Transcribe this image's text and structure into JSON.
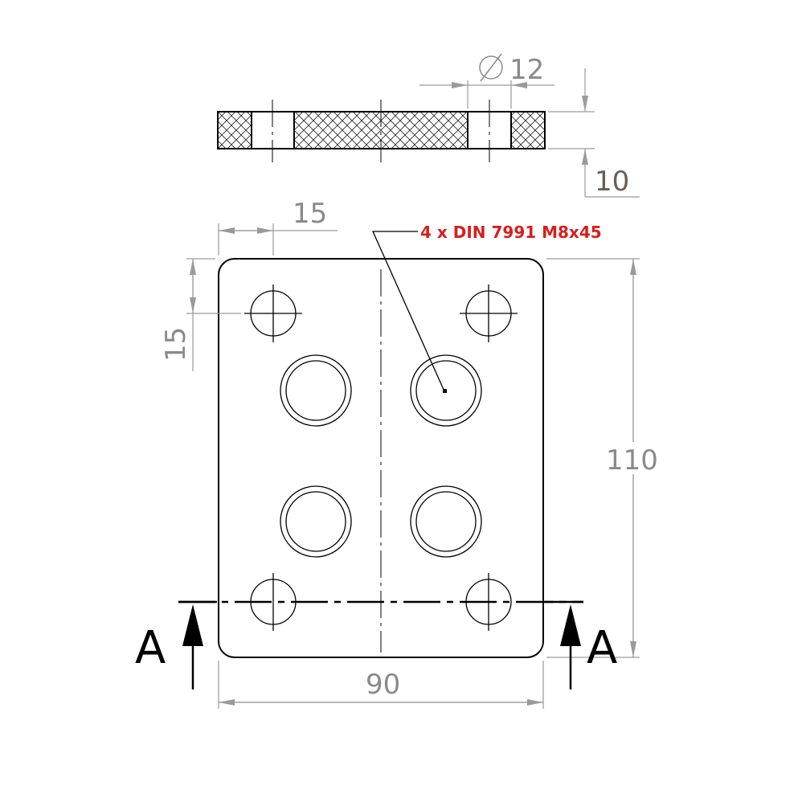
{
  "diagram": {
    "section_view": {
      "hole_diameter_label": "12",
      "thickness_label": "10"
    },
    "top_view": {
      "hole_edge_x_label": "15",
      "hole_edge_y_label": "15",
      "height_label": "110",
      "width_label": "90",
      "callout_label": "4 x DIN 7991 M8x45",
      "section_left_label": "A",
      "section_right_label": "A"
    },
    "colors": {
      "outline": "#000000",
      "dimension": "#9a9a9a",
      "callout": "#d81e1e"
    }
  }
}
